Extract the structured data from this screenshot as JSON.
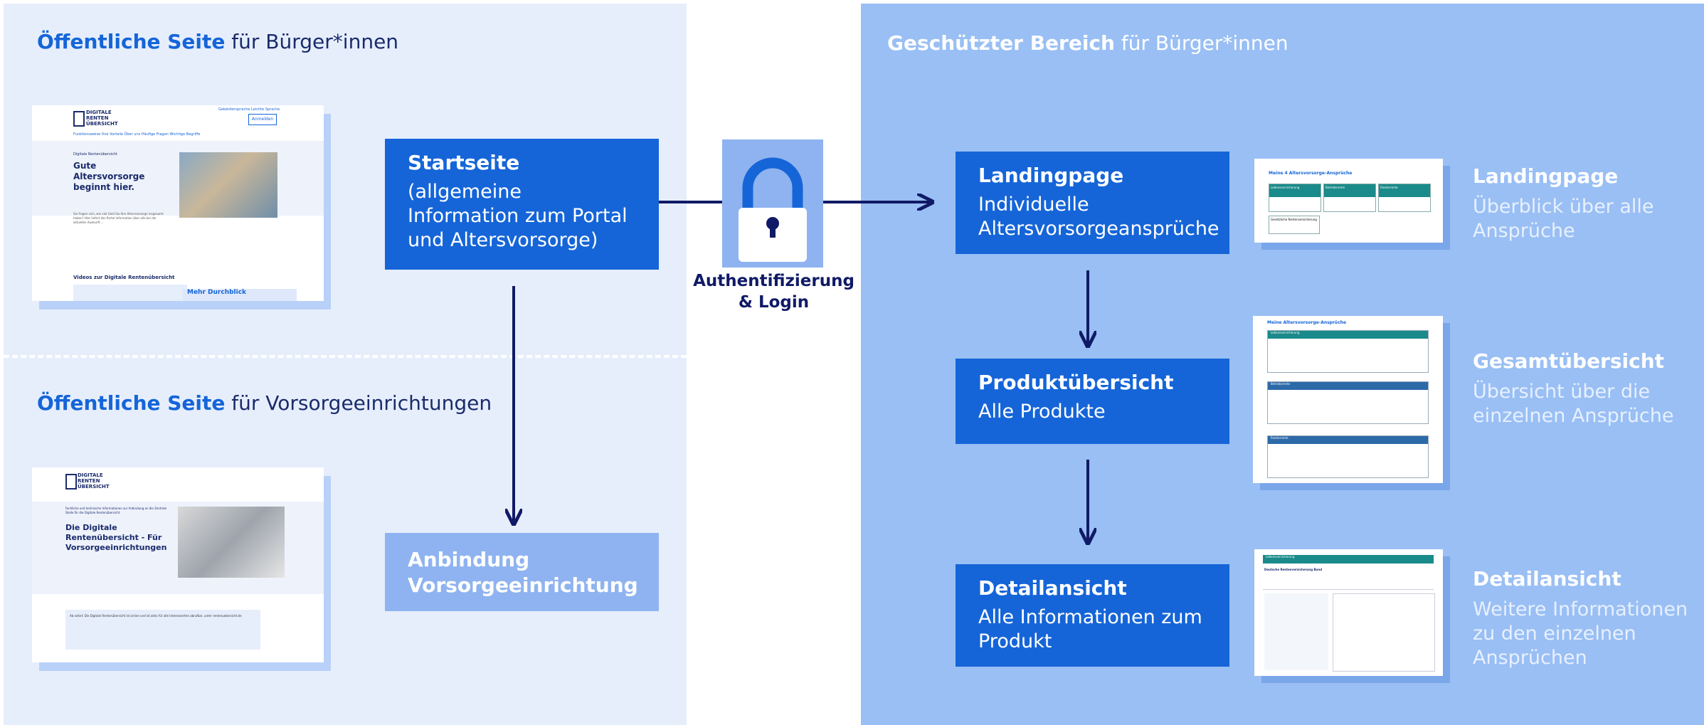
{
  "left_top": {
    "heading_bold": "Öffentliche Seite",
    "heading_rest": " für Bürger*innen"
  },
  "left_bottom": {
    "heading_bold": "Öffentliche Seite",
    "heading_rest": " für Vorsorgeeinrichtungen"
  },
  "right": {
    "heading_bold": "Geschützter Bereich",
    "heading_rest": " für Bürger*innen"
  },
  "startseite": {
    "title": "Startseite",
    "subtitle": "(allgemeine Information zum Portal und Altersvorsorge)"
  },
  "anbindung": {
    "title": "Anbindung Vorsorgeeinrichtung"
  },
  "auth": {
    "label": "Authentifizierung & Login"
  },
  "landing_box": {
    "title": "Landingpage",
    "subtitle": "Individuelle Altersvorsorgeansprüche"
  },
  "produkt_box": {
    "title": "Produktübersicht",
    "subtitle": "Alle Produkte"
  },
  "detail_box": {
    "title": "Detailansicht",
    "subtitle": "Alle Informationen zum Produkt"
  },
  "landing_label": {
    "title": "Landingpage",
    "subtitle": "Überblick über alle Ansprüche"
  },
  "gesamt_label": {
    "title": "Gesamtübersicht",
    "subtitle": "Übersicht über die einzelnen Ansprüche"
  },
  "detail_label": {
    "title": "Detailansicht",
    "subtitle": "Weitere Informationen zu den einzelnen Ansprüchen"
  },
  "shot1": {
    "logo": "DIGITALE RENTEN ÜBERSICHT",
    "top_links": "Gebärdensprache   Leichte Sprache",
    "anmelden": "Anmelden",
    "nav": "Funktionsweise    Ihre Vorteile    Über uns    Häufige Fragen    Wichtige Begriffe",
    "kicker": "Digitale Rentenübersicht",
    "headline": "Gute Altersvorsorge beginnt hier.",
    "body": "Sie fragen sich, wie viel Geld Sie Ihre Altersvorsorge insgesamt haben? Hier liefert das Portal Information über alle bei der aktuellen Auskunft ...",
    "videos": "Videos zur Digitale Rentenübersicht",
    "mehr": "Mehr Durchblick"
  },
  "shot2": {
    "logo": "DIGITALE RENTEN ÜBERSICHT",
    "kicker": "Fachliche und technische Informationen zur Anbindung an die Zentrale Stelle für die Digitale Rentenübersicht",
    "headline": "Die Digitale Rentenübersicht - Für Vorsorgeeinrichtungen",
    "note": "Ab sofort: Die Digitale Rentenübersicht ist online und ist aktiv für alle Interessierten abrufbar, unter rentenuebersicht.de"
  },
  "shot3": {
    "title": "Meine 4 Altersvorsorge-Ansprüche",
    "cards": [
      "Lebensversicherung",
      "Betriebsrente",
      "Riesterrente"
    ],
    "extra": "Gesetzliche Rentenversicherung"
  },
  "shot4": {
    "title": "Meine Altersvorsorge-Ansprüche",
    "sections": [
      "Lebensversicherung",
      "Betriebsrente",
      "Riesterrente"
    ]
  },
  "shot5": {
    "header": "Lebensversicherung",
    "provider": "Deutsche Rentenversicherung Bund"
  },
  "colors": {
    "primary": "#1565d8",
    "navy": "#101a66",
    "panel_left": "#e6eefc",
    "panel_right": "#99bff4",
    "box_light": "#8fb3f0"
  }
}
